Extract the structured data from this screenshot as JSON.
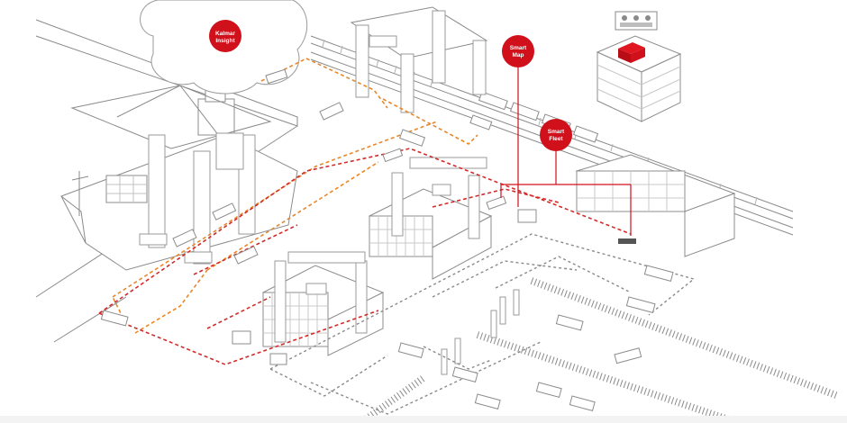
{
  "colors": {
    "accent": "#d0101b",
    "route_orange": "#e8872a",
    "route_red": "#d22b2b",
    "route_gray": "#8a8a8a",
    "line": "#8a8a8a"
  },
  "badges": [
    {
      "id": "kalmar-insight",
      "lines": [
        "Kalmar",
        "Insight"
      ]
    },
    {
      "id": "smart-map",
      "lines": [
        "Smart",
        "Map"
      ]
    },
    {
      "id": "smart-fleet",
      "lines": [
        "Smart",
        "Fleet"
      ]
    }
  ]
}
